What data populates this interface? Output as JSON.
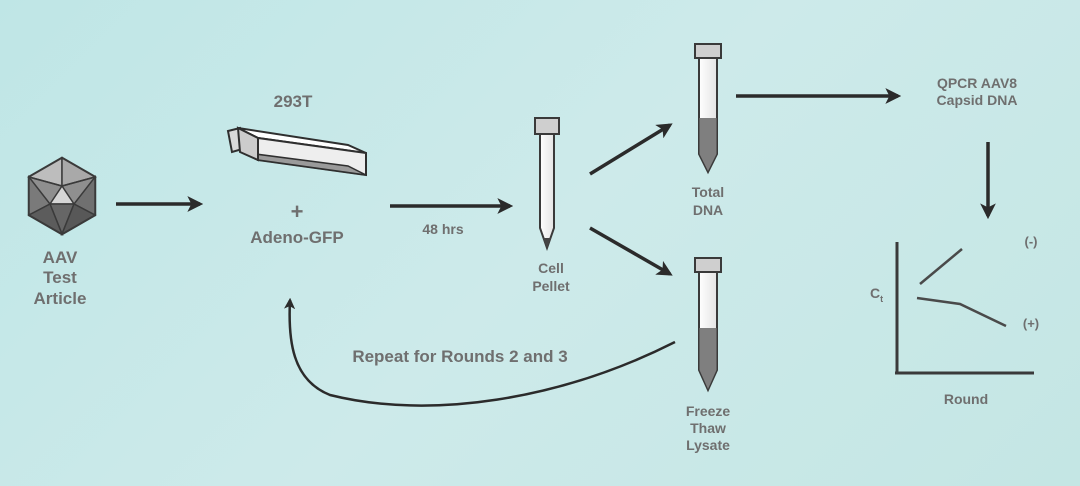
{
  "colors": {
    "background": "#c6e8e7",
    "arrow": "#2b2b2b",
    "text": "#6f6f6f",
    "liquid": "#7f7f7f"
  },
  "labels": {
    "aav_line1": "AAV",
    "aav_line2": "Test",
    "aav_line3": "Article",
    "cell_line": "293T",
    "plus": "+",
    "adeno": "Adeno-GFP",
    "time": "48 hrs",
    "pellet_line1": "Cell",
    "pellet_line2": "Pellet",
    "total_line1": "Total",
    "total_line2": "DNA",
    "lysate_line1": "Freeze",
    "lysate_line2": "Thaw",
    "lysate_line3": "Lysate",
    "qpcr_line1": "QPCR AAV8",
    "qpcr_line2": "Capsid DNA",
    "repeat": "Repeat for Rounds 2 and 3",
    "ct_main": "C",
    "ct_sub": "t",
    "round": "Round",
    "neg": "(-)",
    "pos": "(+)"
  },
  "icons": [
    "virus-icon",
    "flask-icon",
    "tube-icon"
  ]
}
